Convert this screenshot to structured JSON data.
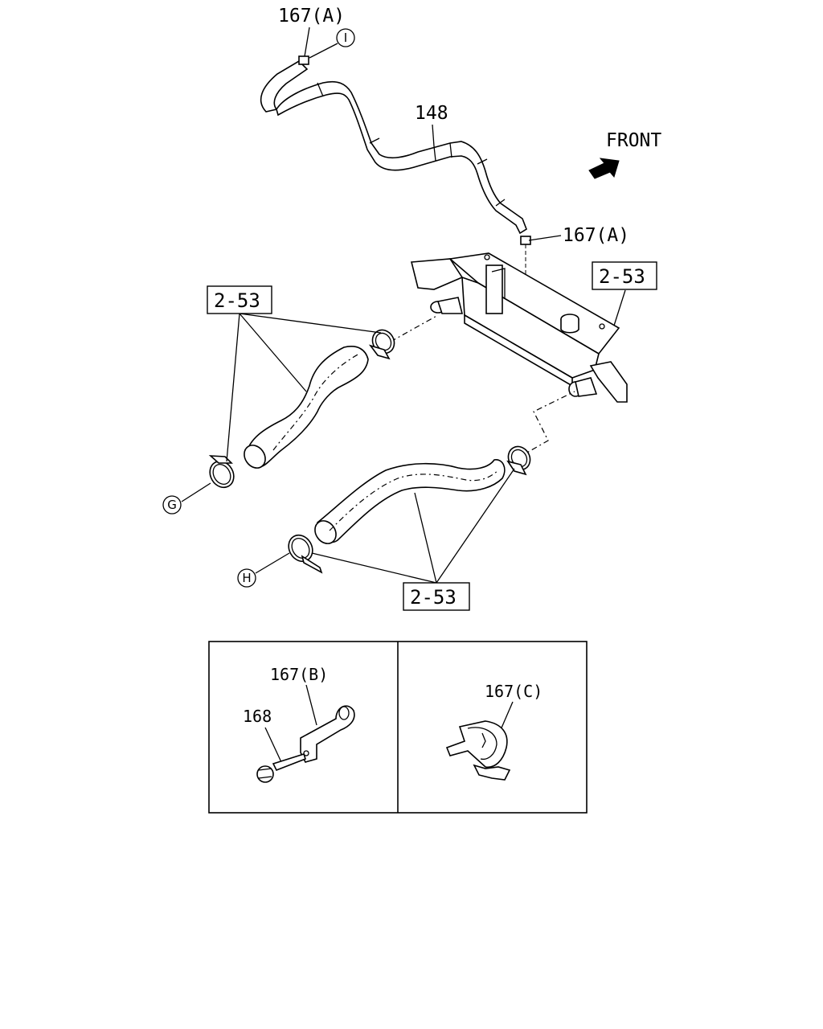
{
  "callouts": {
    "clip_167a_top": "167(A)",
    "hose_148": "148",
    "clip_167a_mid": "167(A)",
    "front": "FRONT",
    "ref_253_right": "2-53",
    "ref_253_left": "2-53",
    "ref_253_bottom": "2-53",
    "circle_i": "I",
    "circle_g": "G",
    "circle_h": "H"
  },
  "insets": {
    "left": {
      "clip_label": "167(B)",
      "bolt_label": "168"
    },
    "right": {
      "clip_label": "167(C)"
    }
  }
}
